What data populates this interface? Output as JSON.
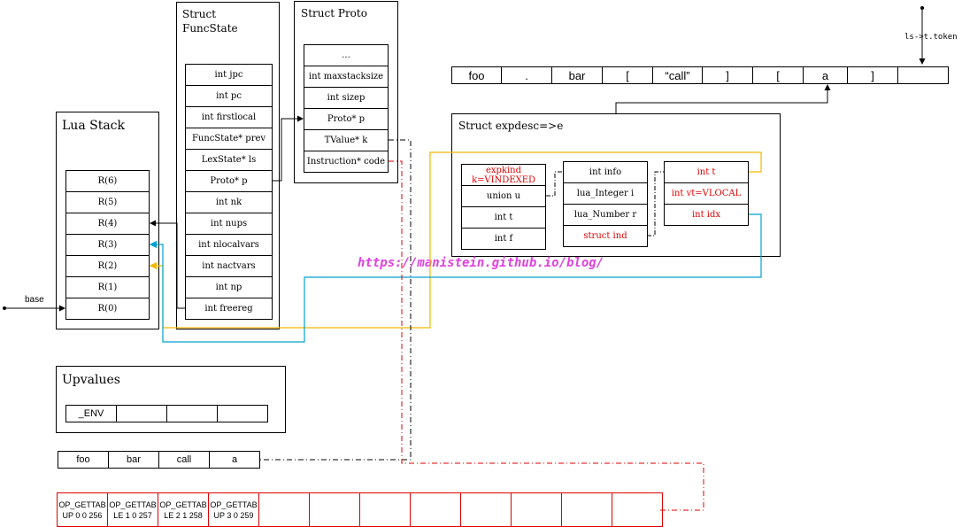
{
  "lua_stack": {
    "title": "Lua Stack",
    "registers": [
      "R(6)",
      "R(5)",
      "R(4)",
      "R(3)",
      "R(2)",
      "R(1)",
      "R(0)"
    ],
    "base_label": "base"
  },
  "func_state": {
    "title": "Struct\nFuncState",
    "fields": [
      "int jpc",
      "int pc",
      "int firstlocal",
      "FuncState* prev",
      "LexState* ls",
      "Proto* p",
      "int nk",
      "int nups",
      "int nlocalvars",
      "int nactvars",
      "int np",
      "int freereg"
    ]
  },
  "proto": {
    "title": "Struct Proto",
    "fields": [
      "...",
      "int maxstacksize",
      "int sizep",
      "Proto* p",
      "TValue* k",
      "Instruction* code"
    ]
  },
  "tokens": {
    "cells": [
      "foo",
      ".",
      "bar",
      "[",
      "“call”",
      "]",
      "[",
      "a",
      "]",
      ""
    ],
    "pointer_label": "ls->t.token"
  },
  "expdesc": {
    "title": "Struct expdesc=>e",
    "col1": [
      "expkind\nk=VINDEXED",
      "union u",
      "int t",
      "int f"
    ],
    "col2": [
      "int info",
      "lua_Integer i",
      "lua_Number r",
      "struct ind"
    ],
    "col3": [
      "int t",
      "int vt=VLOCAL",
      "int idx"
    ]
  },
  "upvalues": {
    "title": "Upvalues",
    "cells": [
      "_ENV",
      "",
      "",
      ""
    ]
  },
  "constants": {
    "cells": [
      "foo",
      "bar",
      "call",
      "a"
    ]
  },
  "code": {
    "cells": [
      "OP_GETTAB\nUP 0 0 256",
      "OP_GETTAB\nLE 1 0 257",
      "OP_GETTAB\nLE 2 1 258",
      "OP_GETTAB\nUP 3 0 259",
      "",
      "",
      "",
      "",
      "",
      "",
      "",
      ""
    ]
  },
  "watermark": "https://manistein.github.io/blog/",
  "colors": {
    "red": "#e00000",
    "yellow": "#f0b800",
    "cyan": "#00a0d0",
    "watermark": "#e040e0"
  }
}
